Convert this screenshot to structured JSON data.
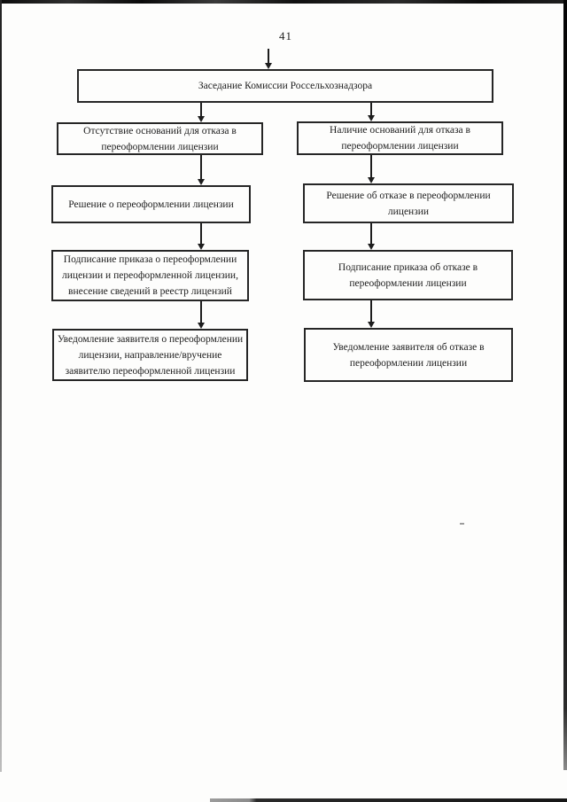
{
  "document": {
    "page_number": "41",
    "ink_color": "#1d1d1d",
    "paper_color": "#fdfdfc"
  },
  "icons": {
    "arrowhead_down": "▼"
  },
  "flowchart": {
    "root": {
      "label": "Заседание Комиссии Россельхознадзора"
    },
    "left": [
      {
        "label": "Отсутствие оснований для отказа в переоформлении лицензии"
      },
      {
        "label": "Решение о переоформлении лицензии"
      },
      {
        "label": "Подписание приказа о переоформлении лицензии и переоформленной лицензии, внесение сведений в реестр лицензий"
      },
      {
        "label": "Уведомление заявителя о переоформлении лицензии, направление/вручение заявителю переоформленной лицензии"
      }
    ],
    "right": [
      {
        "label": "Наличие оснований для отказа в переоформлении лицензии"
      },
      {
        "label": "Решение об отказе в переоформлении лицензии"
      },
      {
        "label": "Подписание приказа об отказе в переоформлении лицензии"
      },
      {
        "label": "Уведомление заявителя об отказе в переоформлении лицензии"
      }
    ]
  }
}
